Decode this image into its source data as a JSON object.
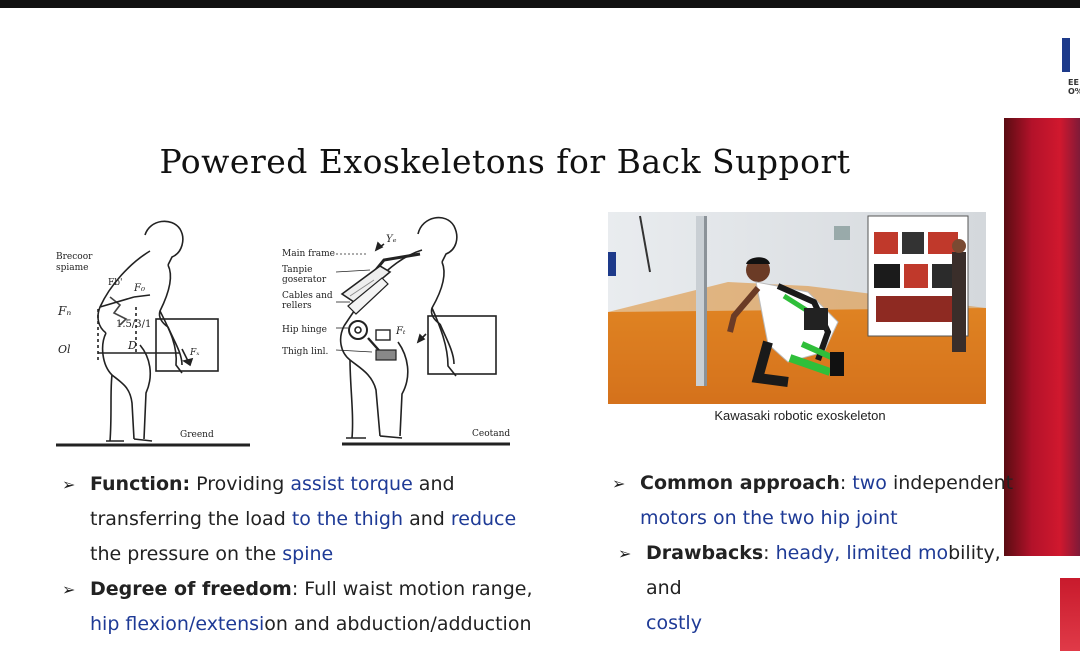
{
  "slide": {
    "title": "Powered Exoskeletons for Back Support",
    "logo_text_line1": "EE",
    "logo_text_line2": "O%"
  },
  "diagram_left": {
    "label_brecoor": "Brecoor",
    "label_spiame": "spiame",
    "label_fb": "Fb'",
    "label_fa": "F₀",
    "label_fn": "Fₙ",
    "label_ratio": "1.5/3/1",
    "label_d": "D",
    "label_ol": "Ol",
    "label_ft": "Fₓ",
    "label_ground": "Greend"
  },
  "diagram_right": {
    "label_main_frame": "Main frame",
    "label_tanpie": "Tanpie",
    "label_goserator": "goserator",
    "label_cables": "Cables and",
    "label_rellers": "rellers",
    "label_hip_hinge": "Hip hinge",
    "label_thigh": "Thigh linl.",
    "label_ye": "Yₑ",
    "label_ft": "Fₜ",
    "label_ground": "Ceotand"
  },
  "photo": {
    "caption": "Kawasaki robotic exoskeleton"
  },
  "bullets_left": {
    "function_key": "Function:",
    "function_t1": " Providing ",
    "function_b1": "assist torque",
    "function_t2": " and",
    "function_l2_t1": "transferring the load ",
    "function_l2_b1": "to the thigh",
    "function_l2_t2": " and ",
    "function_l2_b2": "reduce",
    "function_l3_t1": "the pressure on the ",
    "function_l3_b1": "spine",
    "dof_key": "Degree of freedom",
    "dof_t1": ": Full waist motion range,",
    "dof_l2_b1": "hip flexion/extensi",
    "dof_l2_t1": "on and abduction/adduction"
  },
  "bullets_right": {
    "common_key": "Common approach",
    "common_t1": ": ",
    "common_b1": "two",
    "common_t2": " independent",
    "common_l2_b1": "motors on the two hip joint",
    "draw_key": "Drawbacks",
    "draw_t1": ": ",
    "draw_b1": "heady, limited mo",
    "draw_t2": "bility, and",
    "draw_l2_b1": "costly"
  },
  "colors": {
    "accent_blue": "#1e3a96",
    "exo_green": "#2fbf3a",
    "side_red": "#c8182c"
  }
}
